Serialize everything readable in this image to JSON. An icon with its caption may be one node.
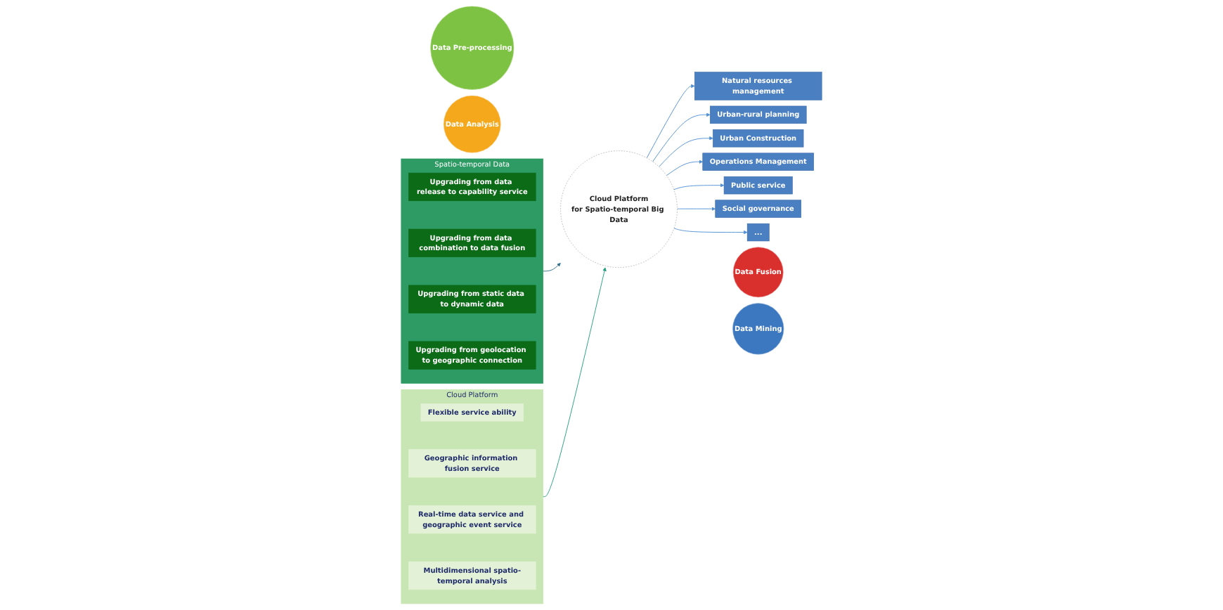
{
  "diagram": {
    "nodes": [
      {
        "text": [
          "Spatio-temporal Data"
        ]
      },
      {
        "text": [
          "Upgrading from data release to capability service"
        ],
        "in": 0
      },
      {
        "text": [
          "Upgrading from data combination to data fusion"
        ],
        "in": 0
      },
      {
        "text": [
          "Upgrading from static data to dynamic data"
        ],
        "in": 0
      },
      {
        "text": [
          "Upgrading from geolocation to geographic connection"
        ],
        "in": 0
      },
      {
        "text": [
          "Cloud Platform"
        ]
      },
      {
        "text": [
          "Flexible service ability"
        ],
        "in": 5
      },
      {
        "text": [
          "Geographic information fusion service"
        ],
        "in": 5
      },
      {
        "text": [
          "Real-time data service and geographic event service"
        ],
        "in": 5
      },
      {
        "text": [
          "Multidimensional spatio-temporal analysis"
        ],
        "in": 5
      },
      {
        "text": [
          "Cloud Platform",
          "for Spatio-temporal Big Data"
        ]
      },
      {
        "text": [
          "Data Pre-processing"
        ]
      },
      {
        "text": [
          "Data Fusion"
        ]
      },
      {
        "text": [
          "Data Analysis"
        ]
      },
      {
        "text": [
          "Data Mining"
        ]
      },
      {
        "text": [
          "Natural resources management"
        ]
      },
      {
        "text": [
          "Urban-rural planning"
        ]
      },
      {
        "text": [
          "Urban Construction"
        ]
      },
      {
        "text": [
          "Operations Management"
        ]
      },
      {
        "text": [
          "Public service"
        ]
      },
      {
        "text": [
          "Social governance"
        ]
      },
      {
        "text": [
          "..."
        ]
      }
    ],
    "edges": [
      {
        "from": 0,
        "to": 10,
        "arrow": "to",
        "color": "#2e6f8c"
      },
      {
        "from": 5,
        "to": 10,
        "arrow": "to",
        "color": "#1f9e7a"
      },
      {
        "from": 10,
        "to": 15,
        "arrow": "to"
      },
      {
        "from": 10,
        "to": 16,
        "arrow": "to"
      },
      {
        "from": 10,
        "to": 17,
        "arrow": "to"
      },
      {
        "from": 10,
        "to": 18,
        "arrow": "to"
      },
      {
        "from": 10,
        "to": 19,
        "arrow": "to"
      },
      {
        "from": 10,
        "to": 20,
        "arrow": "to"
      },
      {
        "from": 10,
        "to": 21,
        "arrow": "to"
      }
    ]
  }
}
